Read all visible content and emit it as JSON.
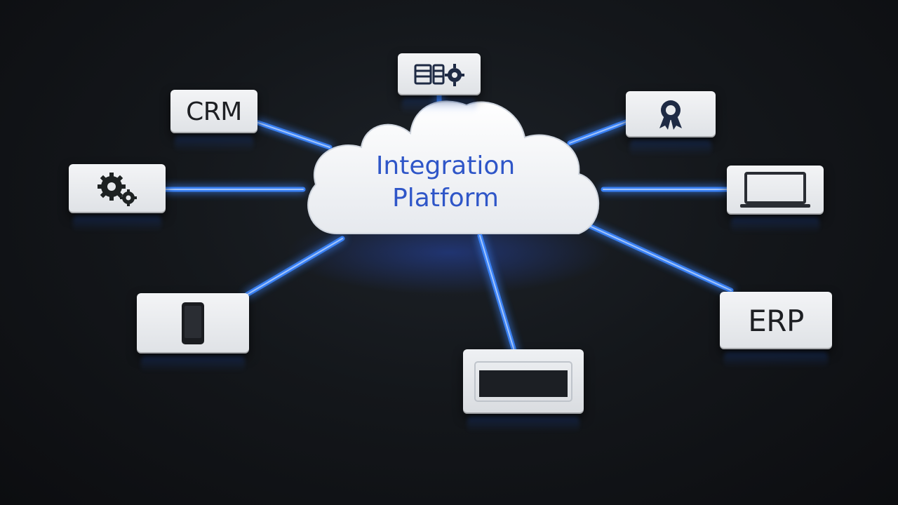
{
  "center": {
    "line1": "Integration",
    "line2": "Platform"
  },
  "nodes": {
    "crm": "CRM",
    "erp": "ERP"
  },
  "icons": {
    "top": "database-gear-icon",
    "top_right": "award-ribbon-icon",
    "right": "laptop-icon",
    "left": "gears-icon",
    "bottom_left": "smartphone-icon",
    "bottom": "card-window-icon"
  },
  "colors": {
    "background": "#121417",
    "wire": "#2a7bff",
    "wire_glow": "#5fa0ff",
    "label": "#2f56c8",
    "tile": "#e8eaed"
  }
}
